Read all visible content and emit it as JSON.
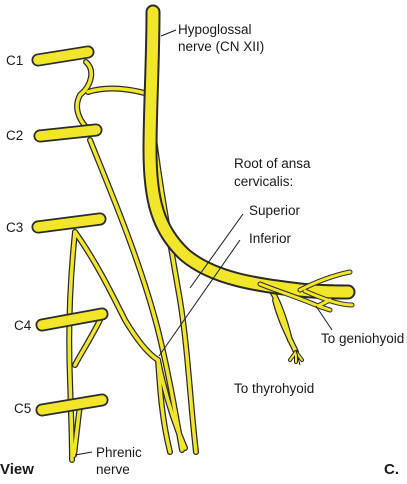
{
  "labels": {
    "c1": "C1",
    "c2": "C2",
    "c3": "C3",
    "c4": "C4",
    "c5": "C5",
    "hypoglossal_line1": "Hypoglossal",
    "hypoglossal_line2": "nerve (CN XII)",
    "ansa_line1": "Root of ansa",
    "ansa_line2": "cervicalis:",
    "superior": "Superior",
    "inferior": "Inferior",
    "geniohyoid": "To geniohyoid",
    "thyrohyoid": "To thyrohyoid",
    "phrenic_line1": "Phrenic",
    "phrenic_line2": "nerve",
    "view": "View",
    "panel": "C."
  },
  "colors": {
    "nerve": "#f2e62a",
    "outline": "#2b2b2b"
  }
}
